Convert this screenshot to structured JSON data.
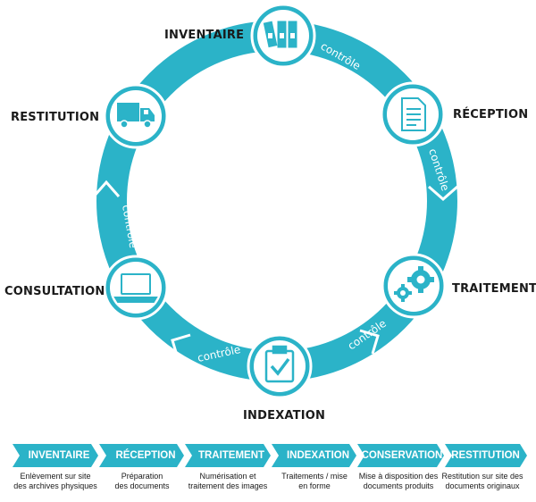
{
  "colors": {
    "teal": "#2bb3c8",
    "teal_dark": "#1e9db3",
    "text": "#1a1a1a",
    "white": "#ffffff"
  },
  "cycle": {
    "steps": [
      {
        "id": "inventaire",
        "label": "INVENTAIRE",
        "icon": "binders-icon"
      },
      {
        "id": "reception",
        "label": "RÉCEPTION",
        "icon": "document-icon"
      },
      {
        "id": "traitement",
        "label": "TRAITEMENT",
        "icon": "gears-icon"
      },
      {
        "id": "indexation",
        "label": "INDEXATION",
        "icon": "clipboard-check-icon"
      },
      {
        "id": "consultation",
        "label": "CONSULTATION",
        "icon": "laptop-icon"
      },
      {
        "id": "restitution",
        "label": "RESTITUTION",
        "icon": "truck-icon"
      }
    ],
    "control_label": "contrôle"
  },
  "process_bar": {
    "steps": [
      {
        "label": "INVENTAIRE",
        "description": [
          "Enlèvement sur site",
          "des archives physiques"
        ]
      },
      {
        "label": "RÉCEPTION",
        "description": [
          "Préparation",
          "des documents"
        ]
      },
      {
        "label": "TRAITEMENT",
        "description": [
          "Numérisation et",
          "traitement des images"
        ]
      },
      {
        "label": "INDEXATION",
        "description": [
          "Traitements / mise",
          "en forme"
        ]
      },
      {
        "label": "CONSERVATION",
        "description": [
          "Mise à disposition des",
          "documents produits"
        ]
      },
      {
        "label": "RESTITUTION",
        "description": [
          "Restitution sur site des",
          "documents originaux"
        ]
      }
    ]
  }
}
